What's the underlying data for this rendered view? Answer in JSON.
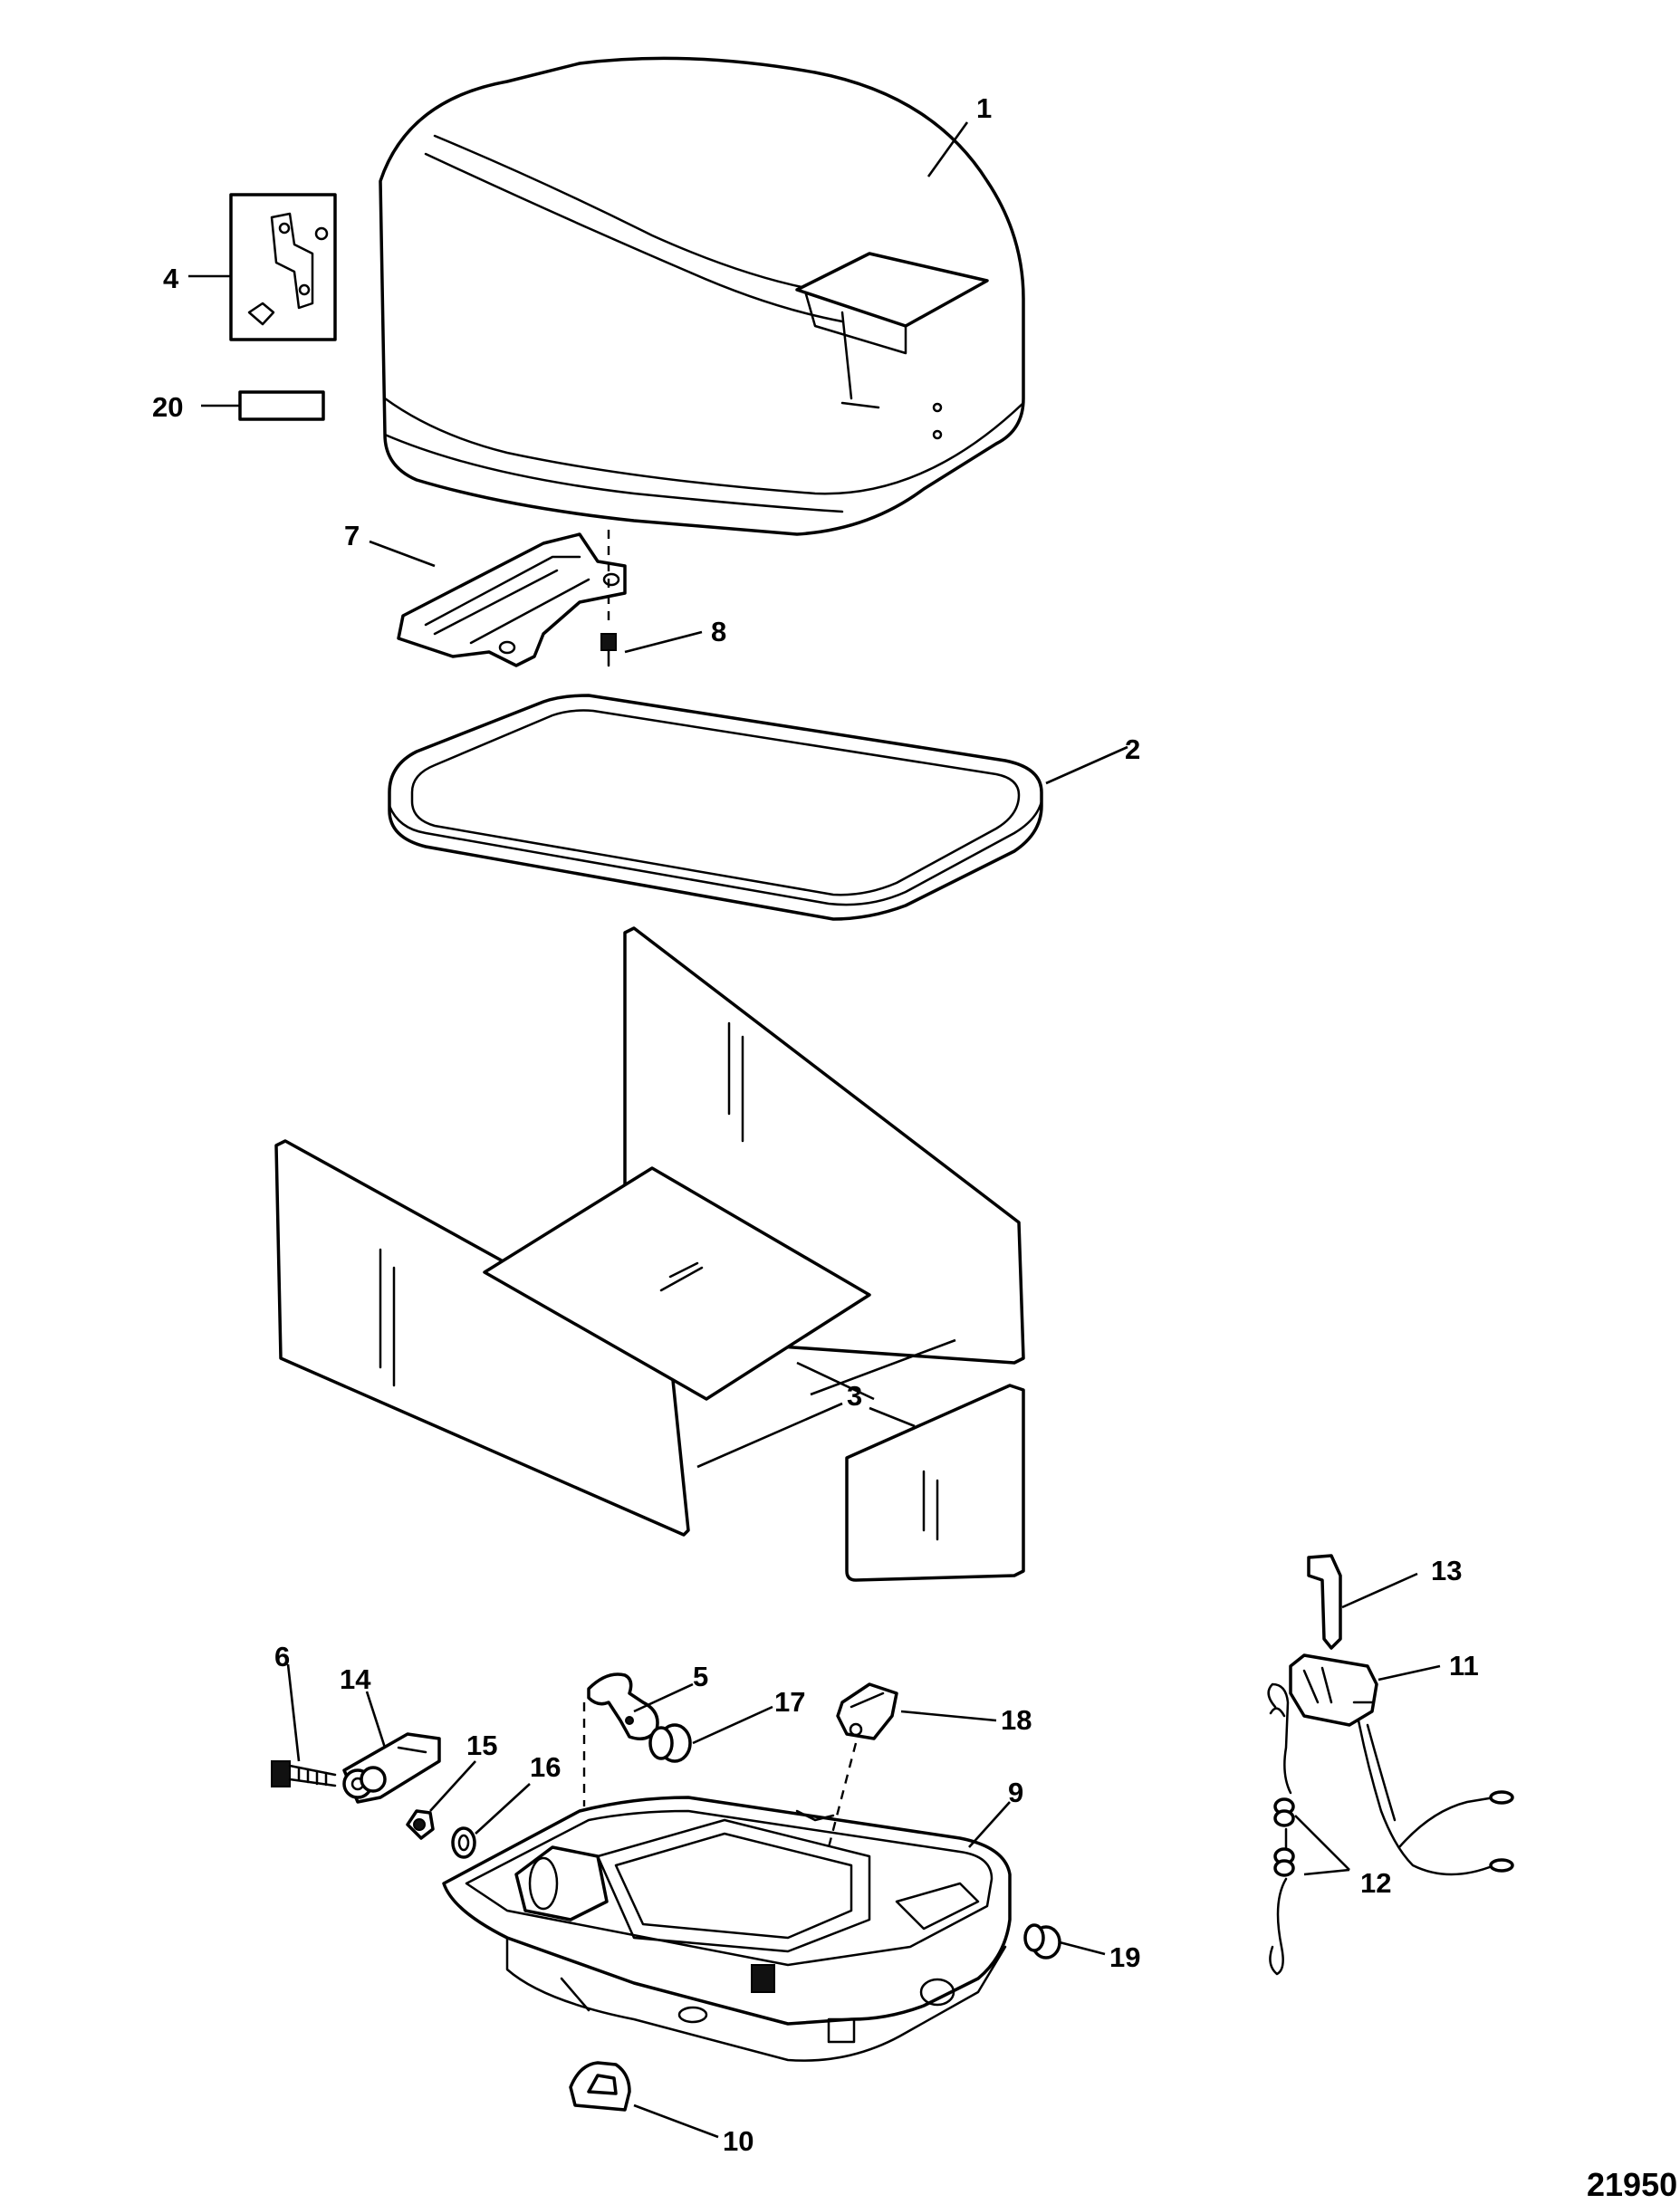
{
  "figure_number": "21950",
  "callouts": {
    "c1": "1",
    "c2": "2",
    "c3": "3",
    "c4": "4",
    "c5": "5",
    "c6": "6",
    "c7": "7",
    "c8": "8",
    "c9": "9",
    "c10": "10",
    "c11": "11",
    "c12": "12",
    "c13": "13",
    "c14": "14",
    "c15": "15",
    "c16": "16",
    "c17": "17",
    "c18": "18",
    "c19": "19",
    "c20": "20"
  },
  "colors": {
    "ink": "#000000",
    "paper": "#ffffff"
  }
}
